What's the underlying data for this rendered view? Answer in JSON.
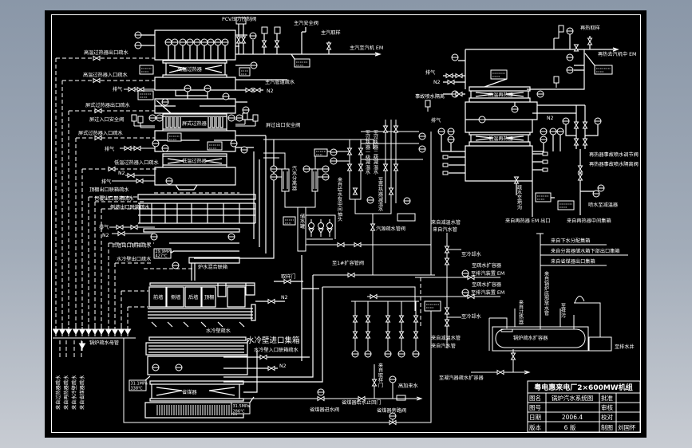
{
  "viewer": {
    "colors": {
      "background_top": "#8a97a8",
      "background_bottom": "#c8ccd3",
      "drawing_area": "#000000",
      "linework": "#ffffff"
    }
  },
  "drawing": {
    "labels": {
      "top": [
        "PCV压力控制阀",
        "主汽安全阀",
        "主汽取样",
        "主汽至汽机 EM",
        "再热取样",
        "再热去汽机中 EM",
        "主汽管道疏水",
        "N2"
      ],
      "left": [
        "高温过热器出口疏水",
        "高温过热器入口疏水",
        "排气",
        "屏式过热器出口疏水",
        "屏过入口安全阀",
        "屏式过热器入口疏水",
        "排气",
        "低温过热器入口疏水",
        "N2",
        "排气",
        "顶棚出口联箱疏水",
        "包覆出口联箱疏水",
        "侧墙出口联箱疏水",
        "排气",
        "N2",
        "后墙出口联箱疏水",
        "水冷壁出口疏水",
        "锅炉疏水母管"
      ],
      "left_vertical": [
        "来自过热器疏水",
        "来自再热器疏水",
        "来自水冷壁疏水",
        "来自省煤器疏水"
      ],
      "center": [
        "高温过热器",
        "屏式过热器",
        "低温过热器",
        "屏过出口安全阀",
        "炉水混合联箱",
        "前墙",
        "侧墙",
        "后墙",
        "顶棚",
        "水冷壁疏水",
        "水冷壁进口集箱",
        "取样门",
        "N2",
        "汽水分离器",
        "储水罐",
        "至过热器一级减温水",
        "至过热器二级减温水",
        "至再热器减温水",
        "来自给水泵中间抽头",
        "汽源疏水管阀",
        "至1#扩容管阀",
        "省煤器",
        "水冷壁入口联箱疏水"
      ],
      "right": [
        "高温再热器",
        "低温再热器",
        "排气",
        "N2",
        "事故喷水隔离",
        "排气",
        "N2",
        "再热器事故喷水调节阀",
        "再热器事故喷水隔离阀",
        "疏水至地沟",
        "喷水至减温器",
        "来自再热器 EM 出口",
        "来自再热器中间集箱",
        "来自下水分配集箱",
        "来自分离器储水箱下部出口集箱",
        "来自省煤器出口集箱",
        "来自减温水管",
        "来自汽水管",
        "至冷却水",
        "至疏水扩容器",
        "至排汽装置 EM",
        "至疏水扩容器",
        "至排汽装置 EM",
        "至冷却水",
        "来自减温水管",
        "来自汽水管",
        "锅炉疏水扩容器",
        "至排水井",
        "来自锅炉底部放水管",
        "至排污",
        "来自过热器"
      ],
      "bottom": [
        "省煤器进水阀",
        "省煤器给水止回门",
        "省煤器旁路阀",
        "高加来水",
        "来自取样门",
        "N2",
        "至凝汽器疏水扩容器"
      ]
    },
    "readouts": [
      {
        "pressure": "29.9MPa",
        "temperature": "427℃"
      },
      {
        "pressure": "31.1MPa",
        "temperature": "338℃"
      },
      {
        "pressure": "31.5MPa",
        "temperature": "286℃"
      }
    ],
    "title_block": {
      "project": "粤电惠来电厂2×600MW机组",
      "rows": [
        {
          "k1": "图名",
          "v1": "锅炉汽水系统图",
          "k2": "批准",
          "v2": ""
        },
        {
          "k1": "图号",
          "v1": "",
          "k2": "审核",
          "v2": ""
        },
        {
          "k1": "日期",
          "v1": "2006.4",
          "k2": "校对",
          "v2": ""
        },
        {
          "k1": "版本",
          "v1": "6 版",
          "k2": "制图",
          "v2": "刘国怀"
        }
      ]
    }
  }
}
